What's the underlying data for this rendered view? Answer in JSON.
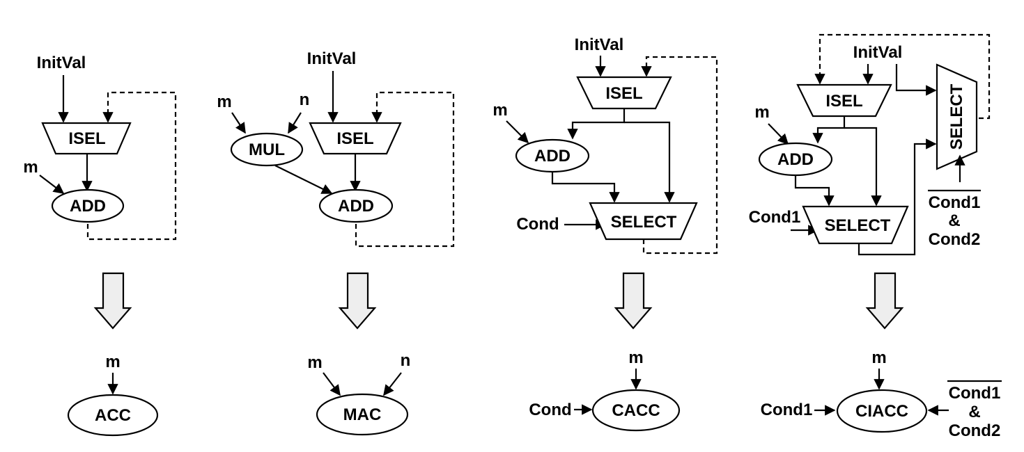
{
  "panels": {
    "acc": {
      "initval": "InitVal",
      "isel": "ISEL",
      "m": "m",
      "add": "ADD",
      "result_input": "m",
      "result": "ACC"
    },
    "mac": {
      "m": "m",
      "n": "n",
      "mul": "MUL",
      "initval": "InitVal",
      "isel": "ISEL",
      "add": "ADD",
      "result_input_m": "m",
      "result_input_n": "n",
      "result": "MAC"
    },
    "cacc": {
      "initval": "InitVal",
      "isel": "ISEL",
      "m": "m",
      "add": "ADD",
      "cond": "Cond",
      "select": "SELECT",
      "result_input": "m",
      "result_cond": "Cond",
      "result": "CACC"
    },
    "ciacc": {
      "initval": "InitVal",
      "isel": "ISEL",
      "m": "m",
      "add": "ADD",
      "cond1": "Cond1",
      "select": "SELECT",
      "select_side": "SELECT",
      "cond_neg": "Cond1",
      "amp": "&",
      "cond2": "Cond2",
      "result_input": "m",
      "result_cond1": "Cond1",
      "result_cond_neg": "Cond1",
      "result_amp": "&",
      "result_cond2": "Cond2",
      "result": "CIACC"
    }
  }
}
